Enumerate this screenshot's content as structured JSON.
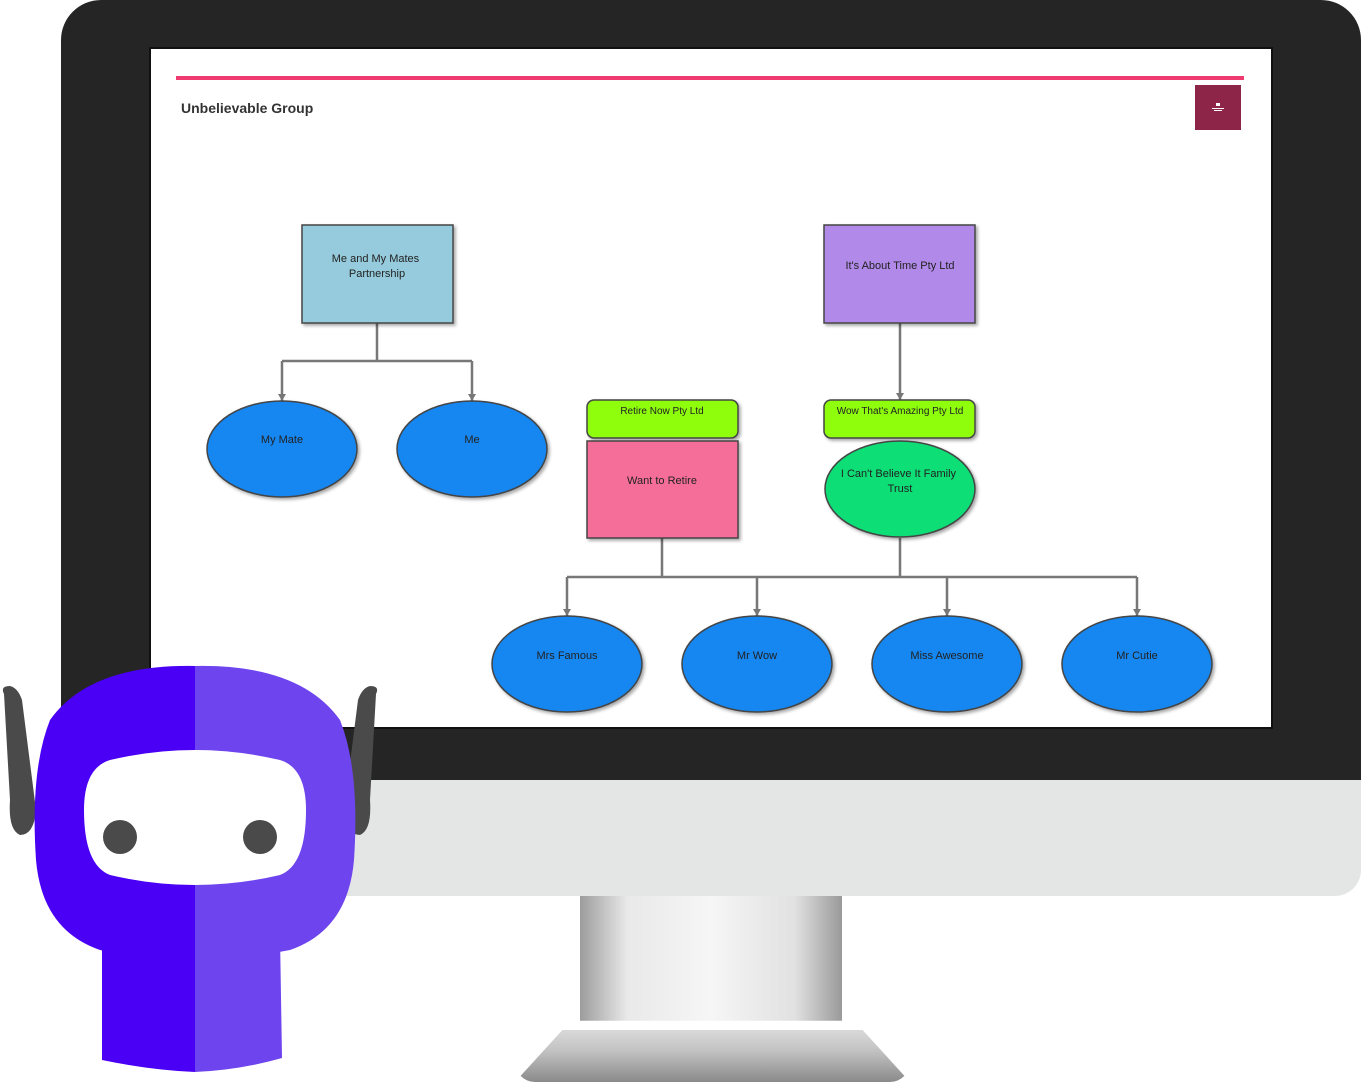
{
  "header": {
    "title": "Unbelievable Group"
  },
  "colors": {
    "accent": "#ee3a6f",
    "logo": "#8d2549",
    "partnership": "#96cbdd",
    "company": "#b18ae9",
    "trustee": "#8efe0a",
    "trust_pink": "#f56e9a",
    "trust_green": "#0ade76",
    "person": "#1286f0",
    "connector": "#777777"
  },
  "entities": {
    "partnership": {
      "label_lines": [
        "Me and My Mates",
        "Partnership"
      ]
    },
    "company": {
      "label_lines": [
        "It's About Time Pty Ltd"
      ]
    },
    "trustee_retire": {
      "label_lines": [
        "Retire Now Pty Ltd"
      ]
    },
    "trust_retire": {
      "label_lines": [
        "Want to Retire"
      ]
    },
    "trustee_wow": {
      "label_lines": [
        "Wow That's Amazing Pty Ltd"
      ]
    },
    "trust_family": {
      "label_lines": [
        "I Can't Believe It Family",
        "Trust"
      ]
    }
  },
  "people": {
    "my_mate": "My Mate",
    "me": "Me",
    "mrs_famous": "Mrs Famous",
    "mr_wow": "Mr Wow",
    "miss_awesome": "Miss Awesome",
    "mr_cutie": "Mr Cutie"
  }
}
